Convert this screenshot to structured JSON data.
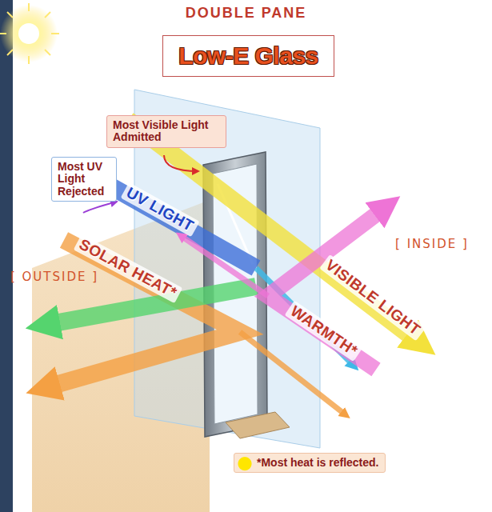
{
  "diagram": {
    "title": "DOUBLE PANE",
    "nodes": [
      {
        "text": [
          "Low-E Glass"
        ]
      },
      {
        "text": [
          "Most Visible Light Admitted"
        ]
      },
      {
        "text": [
          "Most UV Light Rejected"
        ]
      },
      {
        "text": [
          "*Most heat is reflected."
        ]
      }
    ],
    "labels": [
      "UV LIGHT",
      "SOLAR HEAT*",
      "VISIBLE LIGHT",
      "WARMTH*",
      "[ INSIDE ]",
      "[ OUTSIDE ]"
    ]
  }
}
